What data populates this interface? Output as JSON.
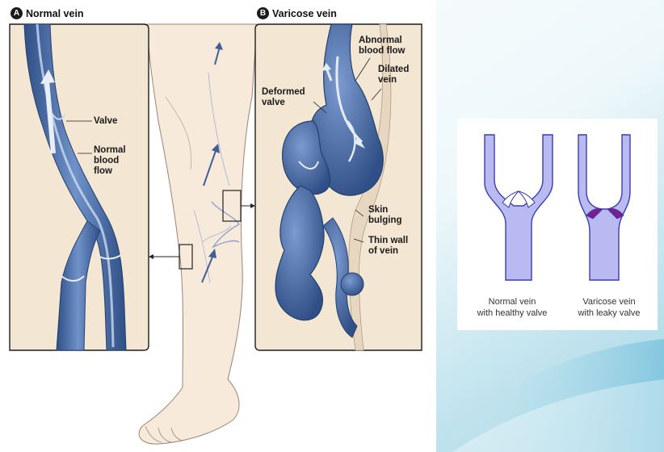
{
  "panel_a": {
    "badge": "A",
    "title": "Normal vein",
    "labels": {
      "valve": "Valve",
      "normal_blood_flow": "Normal\nblood\nflow"
    }
  },
  "panel_b": {
    "badge": "B",
    "title": "Varicose vein",
    "labels": {
      "abnormal_blood_flow": "Abnormal\nblood flow",
      "dilated_vein": "Dilated\nvein",
      "deformed_valve": "Deformed\nvalve",
      "skin_bulging": "Skin\nbulging",
      "thin_wall": "Thin wall\nof vein"
    }
  },
  "comparison": {
    "normal_caption": "Normal vein\nwith healthy valve",
    "varicose_caption": "Varicose vein\nwith leaky valve"
  },
  "colors": {
    "vein_dark": "#3f5f95",
    "vein_mid": "#6d8fc6",
    "vein_light": "#a9c1e6",
    "skin": "#f6e9d8",
    "panel_bg": "#f3e6d3",
    "schematic_vein": "#b9baf2",
    "schematic_outline": "#3a3cb0",
    "leak": "#7a1e8c",
    "slide_teal": "#bfe3ee"
  }
}
